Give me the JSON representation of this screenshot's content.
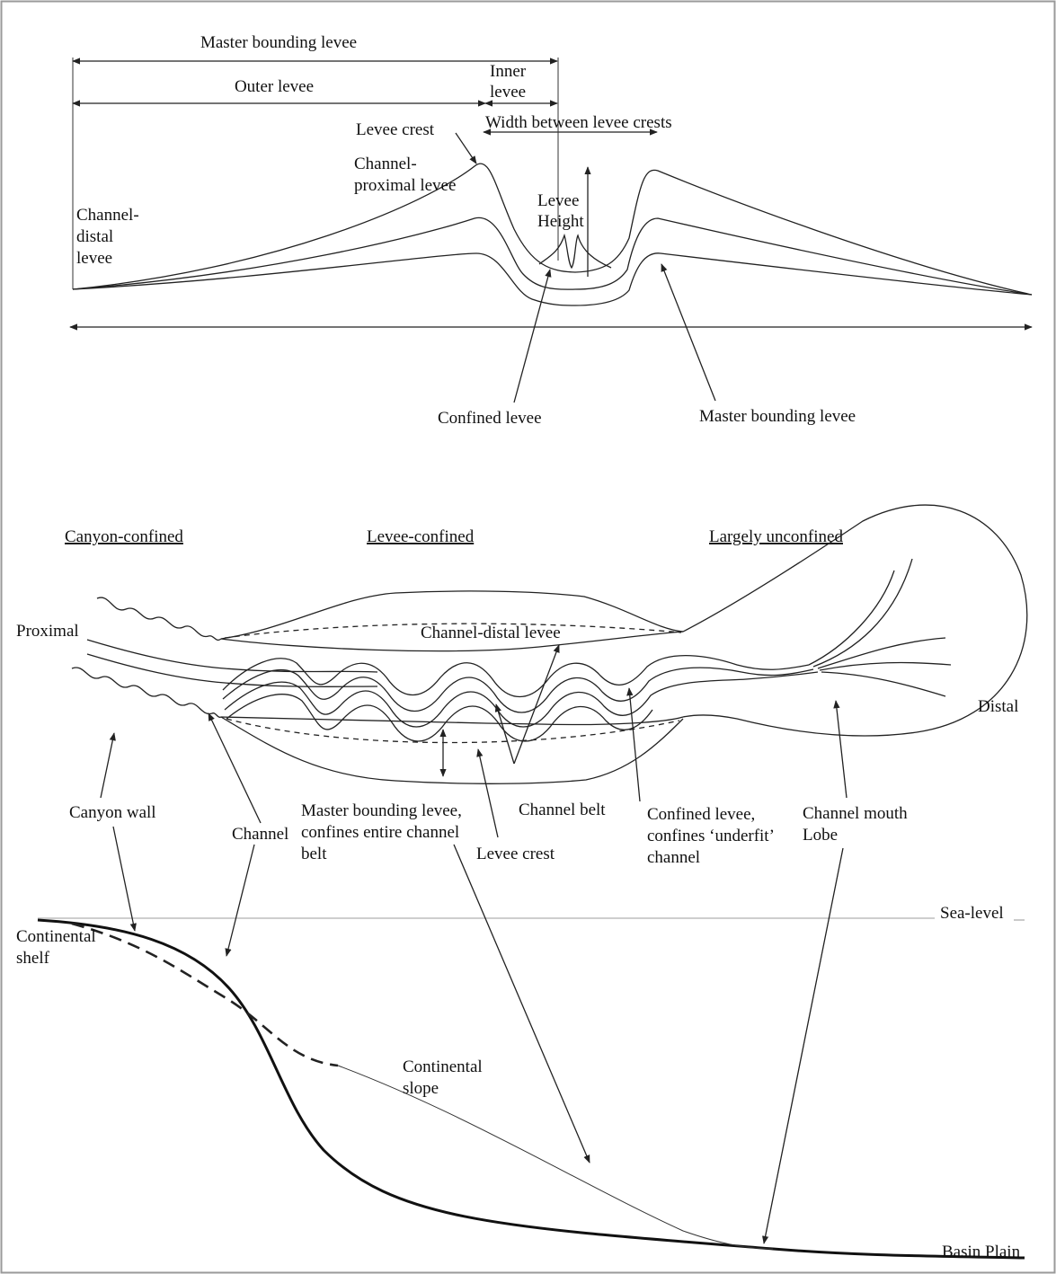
{
  "colors": {
    "ink": "#111111",
    "sea_level_line": "#bdbdbd",
    "frame": "#9a9a9a"
  },
  "cross_section": {
    "master_bounding_levee_top": "Master bounding levee",
    "outer_levee": "Outer levee",
    "inner_levee_l1": "Inner",
    "inner_levee_l2": "levee",
    "width_between_crests": "Width between levee crests",
    "levee_crest": "Levee crest",
    "channel_proximal_l1": "Channel-",
    "channel_proximal_l2": "proximal levee",
    "channel_distal_l1": "Channel-",
    "channel_distal_l2": "distal",
    "channel_distal_l3": "levee",
    "levee_height_l1": "Levee",
    "levee_height_l2": "Height",
    "confined_levee": "Confined levee",
    "master_bounding_levee_bottom": "Master bounding levee"
  },
  "plan_view": {
    "canyon_confined": "Canyon-confined",
    "levee_confined": "Levee-confined",
    "largely_unconfined": "Largely unconfined",
    "proximal": "Proximal",
    "distal": "Distal",
    "channel_distal_levee": "Channel-distal levee",
    "canyon_wall": "Canyon wall",
    "channel": "Channel",
    "master_bounding_l1": "Master bounding levee,",
    "master_bounding_l2": "confines entire channel",
    "master_bounding_l3": "belt",
    "levee_crest": "Levee crest",
    "channel_belt": "Channel belt",
    "confined_levee_l1": "Confined levee,",
    "confined_levee_l2": "confines ‘underfit’",
    "confined_levee_l3": "channel",
    "channel_mouth_l1": "Channel mouth",
    "channel_mouth_l2": "Lobe"
  },
  "profile": {
    "sea_level": "Sea-level",
    "continental_shelf_l1": "Continental",
    "continental_shelf_l2": "shelf",
    "continental_slope_l1": "Continental",
    "continental_slope_l2": "slope",
    "basin_plain": "Basin Plain"
  }
}
